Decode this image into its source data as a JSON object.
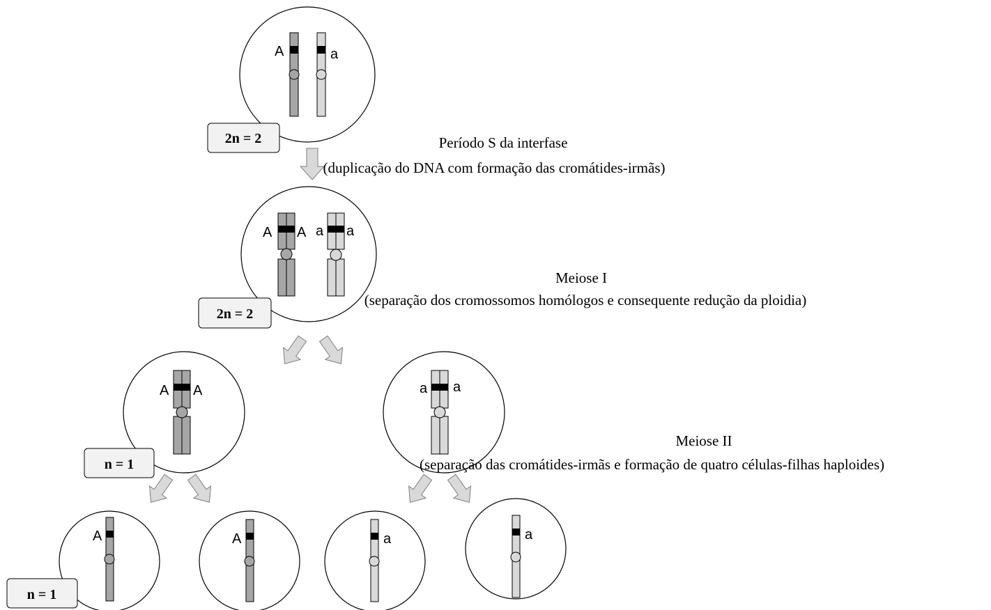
{
  "ploidy": {
    "top": "2n = 2",
    "duplicated": "2n = 2",
    "meiosis1_left": "n = 1",
    "final_left": "n = 1"
  },
  "alleles": {
    "dominant": "A",
    "recessive": "a"
  },
  "steps": {
    "s_phase_title": "Período S da interfase",
    "s_phase_desc": "(duplicação do DNA com formação das cromátides-irmãs)",
    "meiosis1_title": "Meiose I",
    "meiosis1_desc": "(separação dos cromossomos homólogos e consequente redução da ploidia)",
    "meiosis2_title": "Meiose II",
    "meiosis2_desc": "(separação das cromátides-irmãs e formação de quatro células-filhas haploides)"
  },
  "colors": {
    "chromosome_dark": "#a6a6a6",
    "chromosome_light": "#d9d9d9",
    "band": "#000000",
    "arrow_fill": "#d9d9d9",
    "arrow_stroke": "#7f7f7f",
    "ploidy_box_fill": "#f2f2f2"
  }
}
